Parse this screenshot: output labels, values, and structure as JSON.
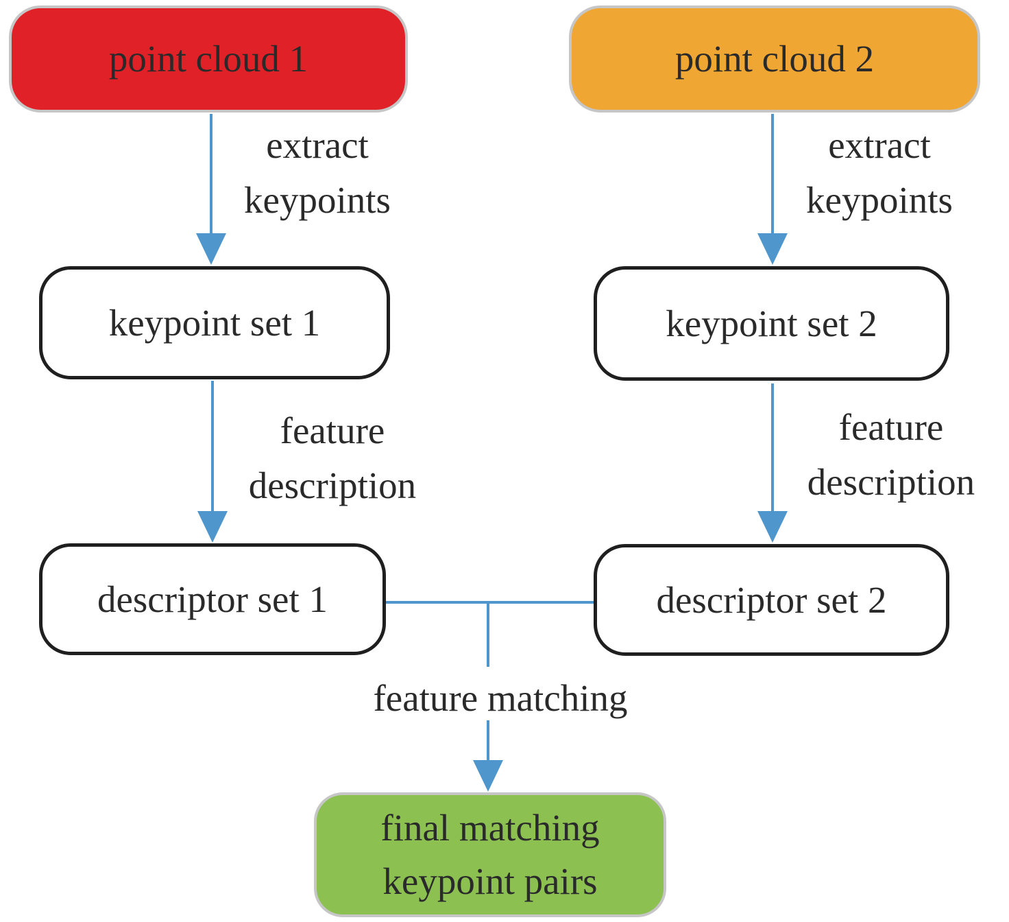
{
  "diagram": {
    "title_implicit": "point cloud keypoint matching flowchart",
    "nodes": {
      "point_cloud_1": {
        "label": "point cloud 1",
        "fill": "#e02127",
        "border": "#c6c6c6",
        "text_color": "#2a2a2a"
      },
      "point_cloud_2": {
        "label": "point cloud 2",
        "fill": "#f0a632",
        "border": "#c6c6c6",
        "text_color": "#2a2a2a"
      },
      "keypoint_set_1": {
        "label": "keypoint set 1",
        "fill": "#ffffff",
        "border": "#1f1f1f",
        "text_color": "#2a2a2a"
      },
      "keypoint_set_2": {
        "label": "keypoint set 2",
        "fill": "#ffffff",
        "border": "#1f1f1f",
        "text_color": "#2a2a2a"
      },
      "descriptor_set_1": {
        "label": "descriptor set 1",
        "fill": "#ffffff",
        "border": "#1f1f1f",
        "text_color": "#2a2a2a"
      },
      "descriptor_set_2": {
        "label": "descriptor set 2",
        "fill": "#ffffff",
        "border": "#1f1f1f",
        "text_color": "#2a2a2a"
      },
      "final_matching": {
        "label_line1": "final matching",
        "label_line2": "keypoint pairs",
        "fill": "#8cc152",
        "border": "#c6c6c6",
        "text_color": "#2a2a2a"
      }
    },
    "edge_labels": {
      "extract_left": {
        "line1": "extract",
        "line2": "keypoints"
      },
      "extract_right": {
        "line1": "extract",
        "line2": "keypoints"
      },
      "describe_left": {
        "line1": "feature",
        "line2": "description"
      },
      "describe_right": {
        "line1": "feature",
        "line2": "description"
      },
      "matching": "feature matching"
    },
    "colors": {
      "arrow": "#4e96cc",
      "outline_box_border": "#1f1f1f",
      "colored_box_border": "#c6c6c6",
      "text": "#2a2a2a",
      "background": "#ffffff"
    }
  }
}
